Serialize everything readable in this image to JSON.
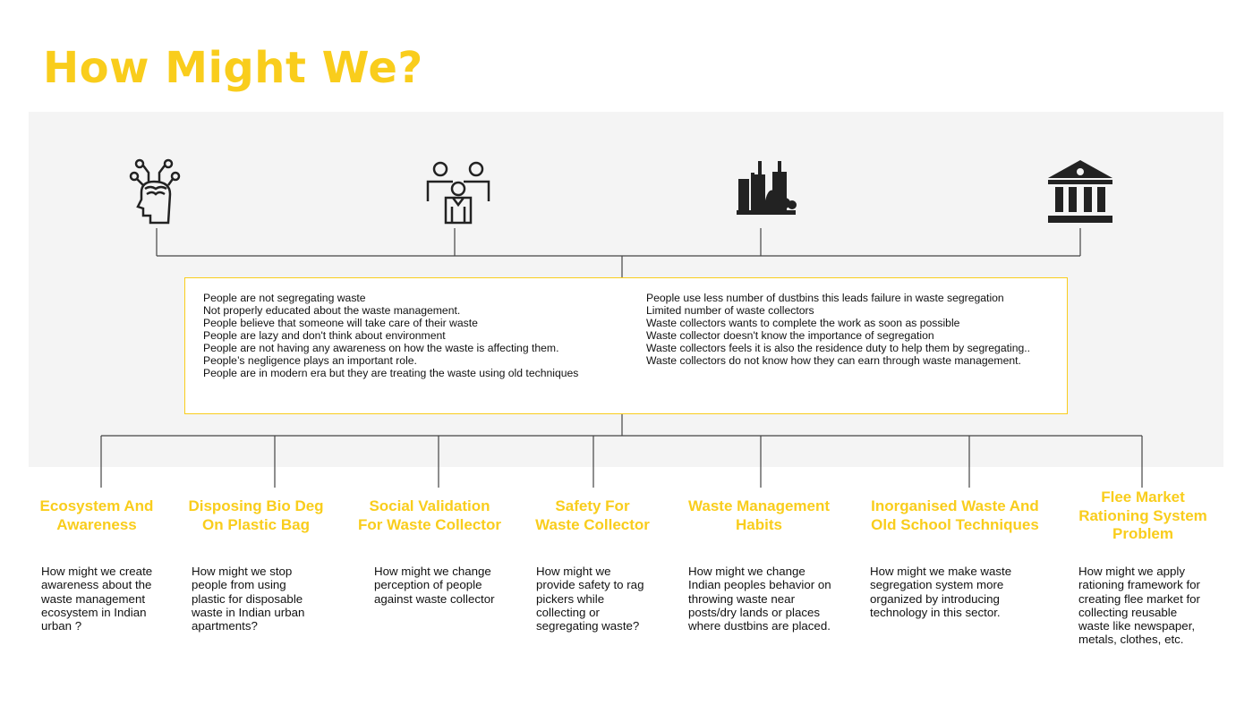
{
  "title": "How Might We?",
  "icons": [
    "brain-head-icon",
    "people-group-icon",
    "city-icon",
    "government-building-icon"
  ],
  "insights": {
    "left": [
      "People are not segregating waste",
      "Not properly educated about the waste management.",
      "People believe that someone will take care of their waste",
      "People are lazy and don't think about environment",
      "People are not having any awareness on how the waste is affecting them.",
      "People’s negligence plays an important role.",
      "People are in modern era but they are treating the waste using old techniques"
    ],
    "right": [
      "People use less number of dustbins this leads failure in waste segregation",
      "Limited number of waste collectors",
      "Waste collectors wants to complete the work as soon as possible",
      "Waste collector doesn't know the importance of segregation",
      "Waste collectors feels it is also the residence duty to help them by segregating..",
      "Waste collectors do not know how they can earn through waste management."
    ]
  },
  "topics": [
    {
      "heading": [
        "Ecosystem And",
        "Awareness"
      ],
      "text": [
        "How might we create",
        "awareness about the",
        "waste management",
        "ecosystem in Indian",
        "urban ?"
      ]
    },
    {
      "heading": [
        "Disposing Bio Deg",
        "On Plastic Bag"
      ],
      "text": [
        "How might we stop",
        "people from using",
        "plastic for disposable",
        "waste  in Indian urban",
        "apartments?"
      ]
    },
    {
      "heading": [
        "Social Validation",
        "For Waste Collector"
      ],
      "text": [
        "How might we change",
        "perception of people",
        "against waste collector"
      ]
    },
    {
      "heading": [
        "Safety For",
        "Waste Collector"
      ],
      "text": [
        "How might we",
        "provide safety to rag",
        "pickers while",
        "collecting or",
        "segregating waste?"
      ]
    },
    {
      "heading": [
        "Waste Management",
        "Habits"
      ],
      "text": [
        "How might we change",
        "Indian peoples behavior on",
        "throwing waste near",
        "posts/dry lands or places",
        "where dustbins are placed."
      ]
    },
    {
      "heading": [
        "Inorganised Waste And",
        "Old School Techniques"
      ],
      "text": [
        "How might we make waste",
        "segregation system more",
        "organized by introducing",
        "technology in this sector."
      ]
    },
    {
      "heading": [
        "Flee Market",
        "Rationing System",
        "Problem"
      ],
      "text": [
        "How might we apply",
        "rationing framework  for",
        "creating flee market for",
        "collecting  reusable",
        "waste like newspaper,",
        "metals, clothes, etc."
      ]
    }
  ],
  "colors": {
    "accent": "#f9cd1c",
    "band": "#f4f4f4",
    "line": "#333333"
  }
}
